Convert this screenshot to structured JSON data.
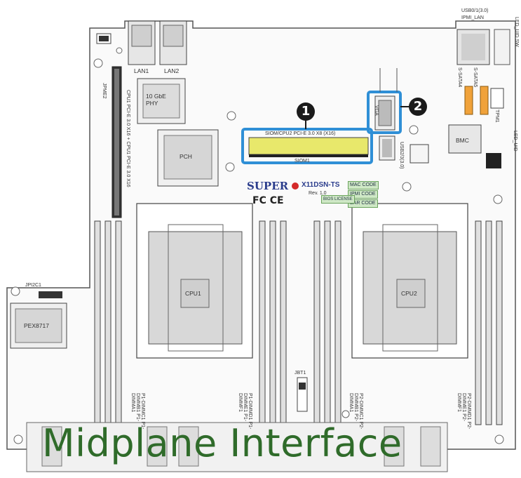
{
  "callouts": {
    "one": "1",
    "two": "2"
  },
  "top_labels": {
    "usb_lan": "USB0/1(3.0)",
    "ipmi_lan": "IPMI_LAN",
    "led_uid": "LED_UID SW",
    "lan1": "LAN1",
    "lan2": "LAN2",
    "phy": "10 GbE PHY",
    "pch": "PCH",
    "vga": "VGA",
    "usb23": "USB2/3(3.0)",
    "ssata4": "S-SATA4",
    "ssata5": "S-SATA5",
    "tpm": "TPM1",
    "bmc": "BMC",
    "uid_led": "LED_UID",
    "jpme": "JPME2",
    "jbt": "JBT1"
  },
  "slot": {
    "label": "SIOM/CPU2 PCI-E 3.0 X8 (X16)",
    "sublabel": "SIOM1",
    "left_label": "CPU1 PCI-E 3.0 X16 + CPU1 PCI-E 3.0 X16"
  },
  "branding": {
    "brand": "SUPER",
    "model": "X11DSN-TS",
    "rev": "Rev. 1.0",
    "fcc": "FC CE",
    "mac_code": "MAC CODE",
    "ipmi_code": "IPMI CODE",
    "bar_code": "BAR CODE",
    "bios": "BIOS LICENSE"
  },
  "components": {
    "cpu1": "CPU1",
    "cpu2": "CPU2",
    "pex": "PEX8717",
    "jpi": "JPI2C1"
  },
  "dimm_labels": {
    "p1_left": "P1-DIMMC1 P1-DIMMB1 P1-DIMMA1",
    "p1_right": "P1-DIMMD1 P1-DIMME1 P1-DIMMF1",
    "p2_left": "P2-DIMMC1 P2-DIMMB1 P2-DIMMA1",
    "p2_right": "P2-DIMMD1 P2-DIMME1 P2-DIMMF1"
  },
  "footer": {
    "title": "Midplane Interface"
  }
}
